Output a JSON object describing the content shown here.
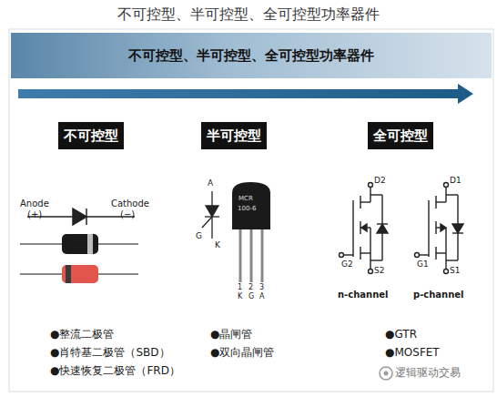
{
  "diagram": {
    "title": "不可控型、半可控型、全可控型功率器件",
    "nodes": [
      {
        "text": [
          "不可控型、半可控型、全可控型功率器件"
        ]
      },
      {
        "text": [
          "不可控型"
        ]
      },
      {
        "text": [
          "半可控型"
        ]
      },
      {
        "text": [
          "全可控型"
        ]
      }
    ],
    "labels": [
      "Anode",
      "(+)",
      "Cathode",
      "(−)",
      "A",
      "G",
      "K",
      "MCR",
      "100-6",
      "1",
      "2",
      "3",
      "K",
      "G",
      "A",
      "D2",
      "G2",
      "S2",
      "n-channel",
      "D1",
      "G1",
      "S1",
      "p-channel",
      "●整流二极管",
      "●肖特基二极管（SBD）",
      "●快速恢复二极管（FRD）",
      "●晶闸管",
      "●双向晶闸管",
      "●GTR",
      "●MOSFET",
      "逻辑驱动交易"
    ]
  }
}
